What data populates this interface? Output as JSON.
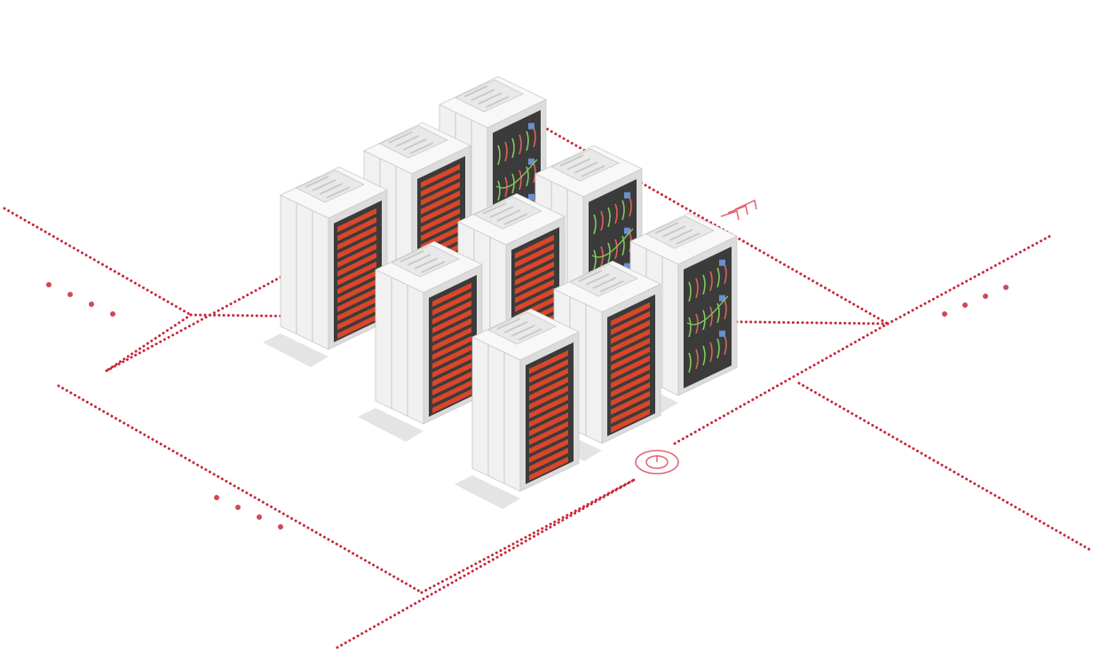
{
  "colors": {
    "background": "#ffffff",
    "dotted_line": "#c8283a",
    "rack_front": "#f1f1f1",
    "rack_side": "#dcdcdc",
    "rack_top": "#f8f8f8",
    "rack_shade": "#c9c9c9",
    "bay": "#3b3b3b",
    "server_unit": "#d9462a",
    "cable_green": "#86c659",
    "cable_red": "#e0634f",
    "port_blue": "#6a8fd0",
    "signal_icon": "#e46271",
    "power_icon": "#e46271",
    "floor_shadow": "#e4e4e4"
  },
  "icons": {
    "power": "power-icon",
    "signal": "wifi-signal-icon",
    "rack": "server-rack-icon"
  },
  "racks": [
    {
      "kind": "cabled"
    },
    {
      "kind": "units"
    },
    {
      "kind": "units"
    },
    {
      "kind": "cabled"
    },
    {
      "kind": "units"
    },
    {
      "kind": "units"
    },
    {
      "kind": "cabled"
    },
    {
      "kind": "units"
    },
    {
      "kind": "units"
    }
  ]
}
